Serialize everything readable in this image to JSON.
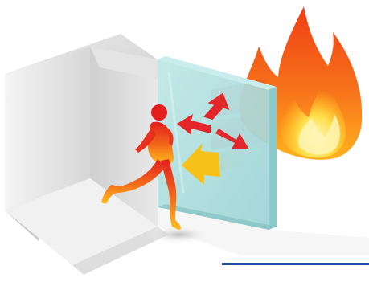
{
  "illustration": {
    "subject": [
      "glass-fire-barrier",
      "fire",
      "running-person",
      "heat-arrows"
    ],
    "colors": {
      "background": "#ffffff",
      "wall_light": "#ececec",
      "wall_side": "#c8c8c8",
      "glass": "#a9dcdd",
      "glass_edge": "#8cc9cb",
      "flame_outer": "#f1511b",
      "flame_inner": "#ffd21c",
      "person_top": "#e8201f",
      "person_bottom": "#ffb31a",
      "arrow_red": "#e32622",
      "arrow_yellow": "#f6c21a",
      "underline": "#1e4f9c"
    }
  }
}
